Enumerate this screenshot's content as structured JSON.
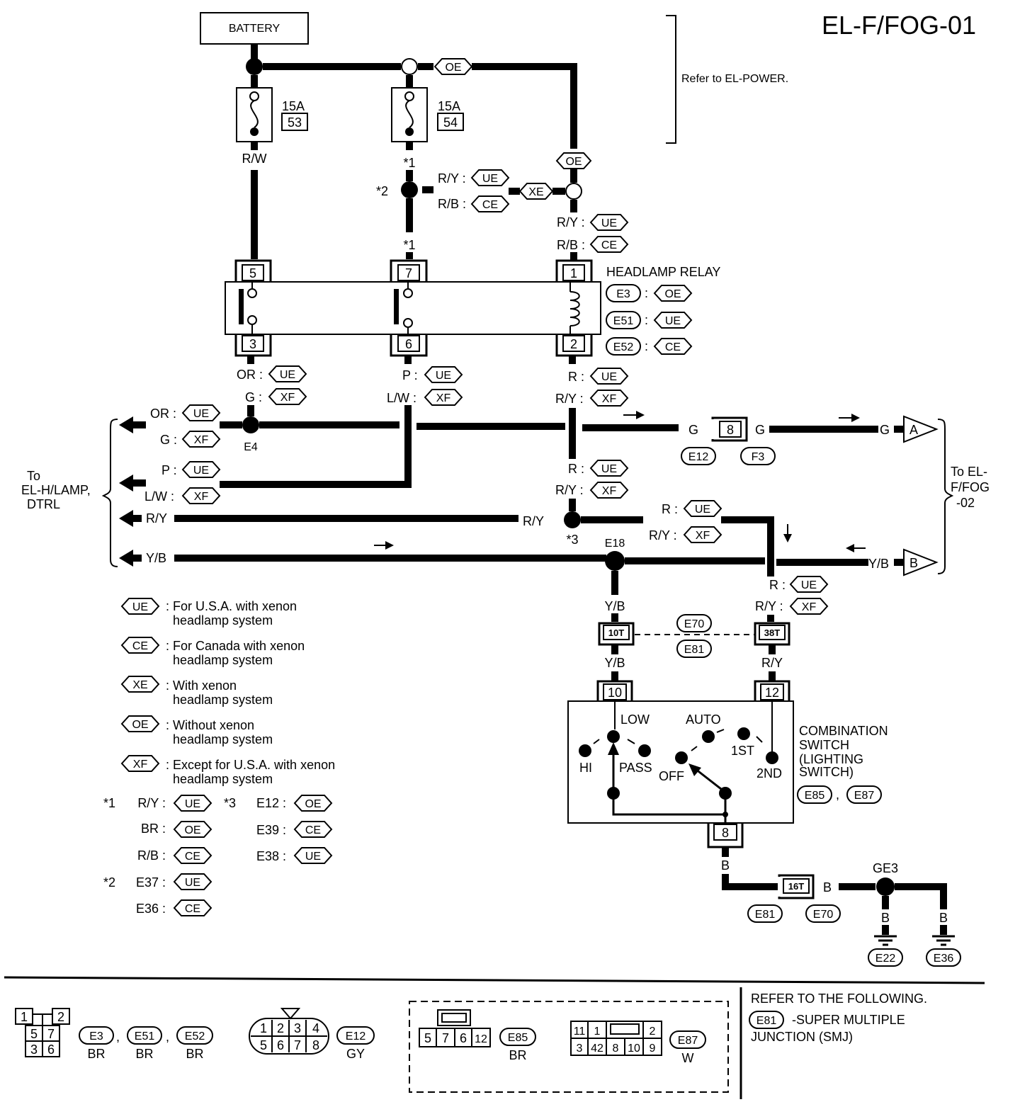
{
  "title": "EL-F/FOG-01",
  "battery": "BATTERY",
  "refer_power": "Refer to EL-POWER.",
  "fuses": [
    {
      "amp": "15A",
      "num": "53",
      "wire": "R/W"
    },
    {
      "amp": "15A",
      "num": "54",
      "wire": ""
    }
  ],
  "codes": {
    "UE": "UE",
    "CE": "CE",
    "XE": "XE",
    "OE": "OE",
    "XF": "XF"
  },
  "star1": "*1",
  "star2": "*2",
  "star3": "*3",
  "wires": {
    "ry": "R/Y :",
    "rb": "R/B :",
    "r": "R :",
    "ry2": "R/Y :",
    "p": "P :",
    "lw": "L/W :",
    "or": "OR :",
    "g": "G :",
    "ry_plain": "R/Y",
    "yb": "Y/B",
    "g_plain": "G",
    "b": "B"
  },
  "relay": {
    "name": "HEADLAMP RELAY",
    "pins_top": [
      "5",
      "7",
      "1"
    ],
    "pins_bottom": [
      "3",
      "6",
      "2"
    ],
    "connectors": [
      "E3",
      "E51",
      "E52"
    ]
  },
  "left_dest": [
    "To",
    "EL-H/LAMP,",
    "DTRL"
  ],
  "right_dest": [
    "To EL-",
    "F/FOG",
    "-02"
  ],
  "nodes": {
    "e4": "E4",
    "e18": "E18",
    "ge3": "GE3"
  },
  "connectors": {
    "c8": "8",
    "e12": "E12",
    "f3": "F3",
    "a": "A",
    "b": "B",
    "t10": "10T",
    "t38": "38T",
    "e70": "E70",
    "e81": "E81",
    "t16": "16T",
    "e22": "E22",
    "e36": "E36",
    "e85": "E85",
    "e87": "E87"
  },
  "switch": {
    "pins": [
      "10",
      "12",
      "8"
    ],
    "title": [
      "COMBINATION",
      "SWITCH",
      "(LIGHTING",
      " SWITCH)"
    ],
    "positions": [
      "LOW",
      "AUTO",
      "HI",
      "PASS",
      "OFF",
      "1ST",
      "2ND"
    ]
  },
  "legend": [
    {
      "code": "UE",
      "l1": ": For U.S.A. with xenon",
      "l2": "headlamp system"
    },
    {
      "code": "CE",
      "l1": ": For Canada with xenon",
      "l2": "headlamp system"
    },
    {
      "code": "XE",
      "l1": ": With xenon",
      "l2": "headlamp system"
    },
    {
      "code": "OE",
      "l1": ": Without xenon",
      "l2": "headlamp system"
    },
    {
      "code": "XF",
      "l1": ": Except for U.S.A. with xenon",
      "l2": "headlamp system"
    }
  ],
  "notes1": [
    {
      "star": "*1",
      "txt": "R/Y :",
      "code": "UE"
    },
    {
      "star": "",
      "txt": "BR :",
      "code": "OE"
    },
    {
      "star": "",
      "txt": "R/B :",
      "code": "CE"
    },
    {
      "star": "*2",
      "txt": "E37 :",
      "code": "UE"
    },
    {
      "star": "",
      "txt": "E36 :",
      "code": "CE"
    }
  ],
  "notes3": [
    {
      "star": "*3",
      "txt": "E12 :",
      "code": "OE"
    },
    {
      "star": "",
      "txt": "E39 :",
      "code": "CE"
    },
    {
      "star": "",
      "txt": "E38 :",
      "code": "UE"
    }
  ],
  "bottom": {
    "relay_pins": [
      "1",
      "2",
      "5",
      "7",
      "3",
      "6"
    ],
    "relay_conns": [
      "E3",
      "E51",
      "E52"
    ],
    "br": "BR",
    "e12_pins": [
      "1",
      "2",
      "3",
      "4",
      "5",
      "6",
      "7",
      "8"
    ],
    "e12": "E12",
    "gy": "GY",
    "e85_pins": [
      "5",
      "7",
      "6",
      "12"
    ],
    "e85": "E85",
    "e87_pins_top": [
      "11",
      "1",
      "2"
    ],
    "e87_pins_bot": [
      "3",
      "42",
      "8",
      "10",
      "9"
    ],
    "e87": "E87",
    "w": "W",
    "refer": "REFER TO THE FOLLOWING.",
    "smj_code": "E81",
    "smj1": "-SUPER MULTIPLE",
    "smj2": "JUNCTION (SMJ)",
    "comma": ","
  }
}
